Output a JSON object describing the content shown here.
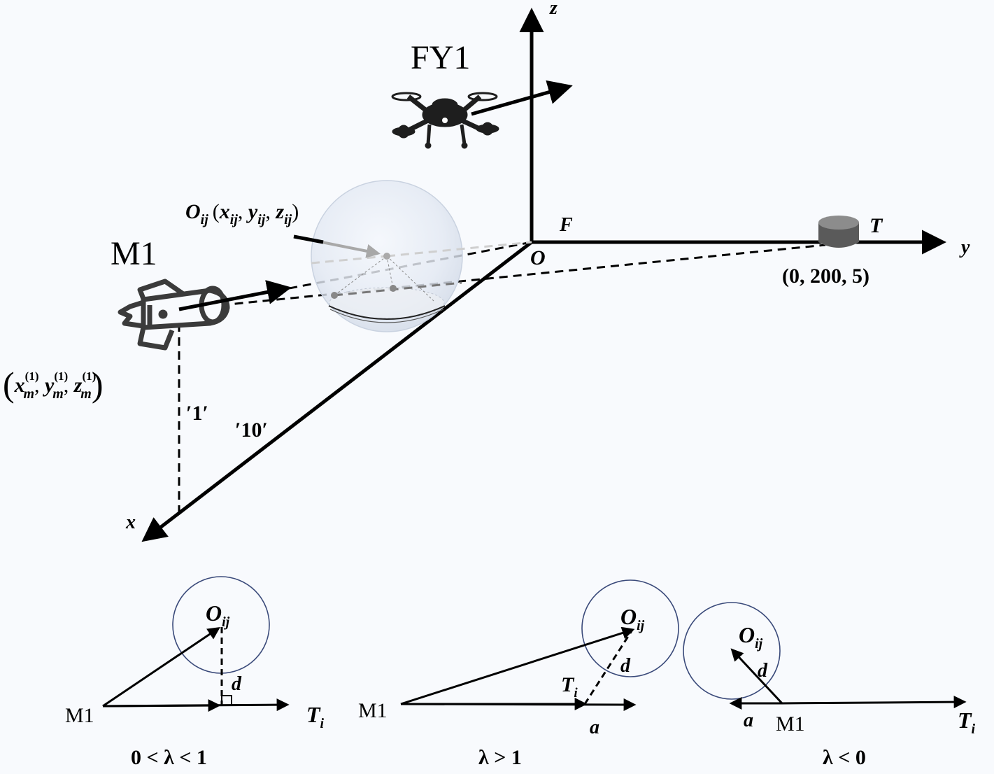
{
  "axes": {
    "x_label": "x",
    "y_label": "y",
    "z_label": "z",
    "origin_label": "O",
    "f_label": "F"
  },
  "drone": {
    "label": "FY1"
  },
  "missile": {
    "label": "M1",
    "coord_x": "x",
    "coord_y": "y",
    "coord_z": "z",
    "coord_sub": "m",
    "coord_sup": "(1)"
  },
  "target": {
    "label": "T",
    "coords": "(0, 200, 5)"
  },
  "smoke_center": {
    "label_main": "O",
    "label_sub": "ij",
    "coords_open": "(",
    "x": "x",
    "y": "y",
    "z": "z",
    "coords_sub": "ij",
    "coords_close": ")"
  },
  "distance_labels": {
    "one": "′1′",
    "ten": "′10′"
  },
  "cases": [
    {
      "condition": "0 < λ < 1",
      "origin_label": "M1",
      "center_label": "O",
      "center_sub": "ij",
      "distance_label": "d",
      "direction_label": "T",
      "direction_sub": "i"
    },
    {
      "condition": "λ > 1",
      "origin_label": "M1",
      "center_label": "O",
      "center_sub": "ij",
      "distance_label": "d",
      "end_label": "T",
      "end_sub": "i",
      "vector_label": "a"
    },
    {
      "condition": "λ < 0",
      "origin_label": "M1",
      "center_label": "O",
      "center_sub": "ij",
      "distance_label": "d",
      "vector_label": "a",
      "direction_label": "T",
      "direction_sub": "i"
    }
  ],
  "colors": {
    "stroke": "#000000",
    "circle": "#3a4a7a",
    "sphere_fill": "#e6ecf6",
    "gray_arrow": "#a8a8a8",
    "target_body": "#5a5a5a"
  }
}
